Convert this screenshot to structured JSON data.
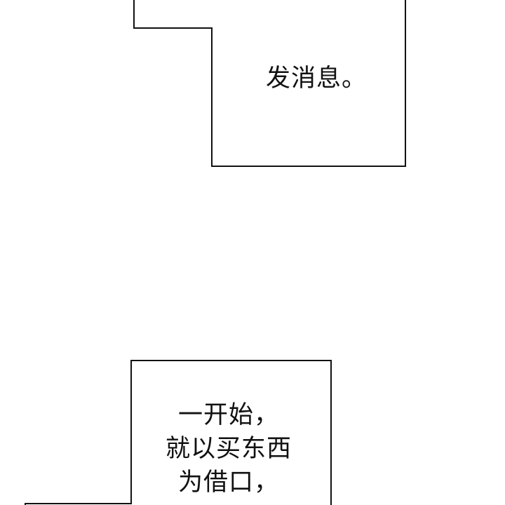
{
  "colors": {
    "background": "#ffffff",
    "panel_fill": "#ffffff",
    "panel_border": "#111111",
    "text": "#111111"
  },
  "top_panel": {
    "caption": "发消息。"
  },
  "bottom_panel": {
    "caption_lines": [
      "一开始，",
      "就以买东西",
      "为借口，"
    ]
  }
}
